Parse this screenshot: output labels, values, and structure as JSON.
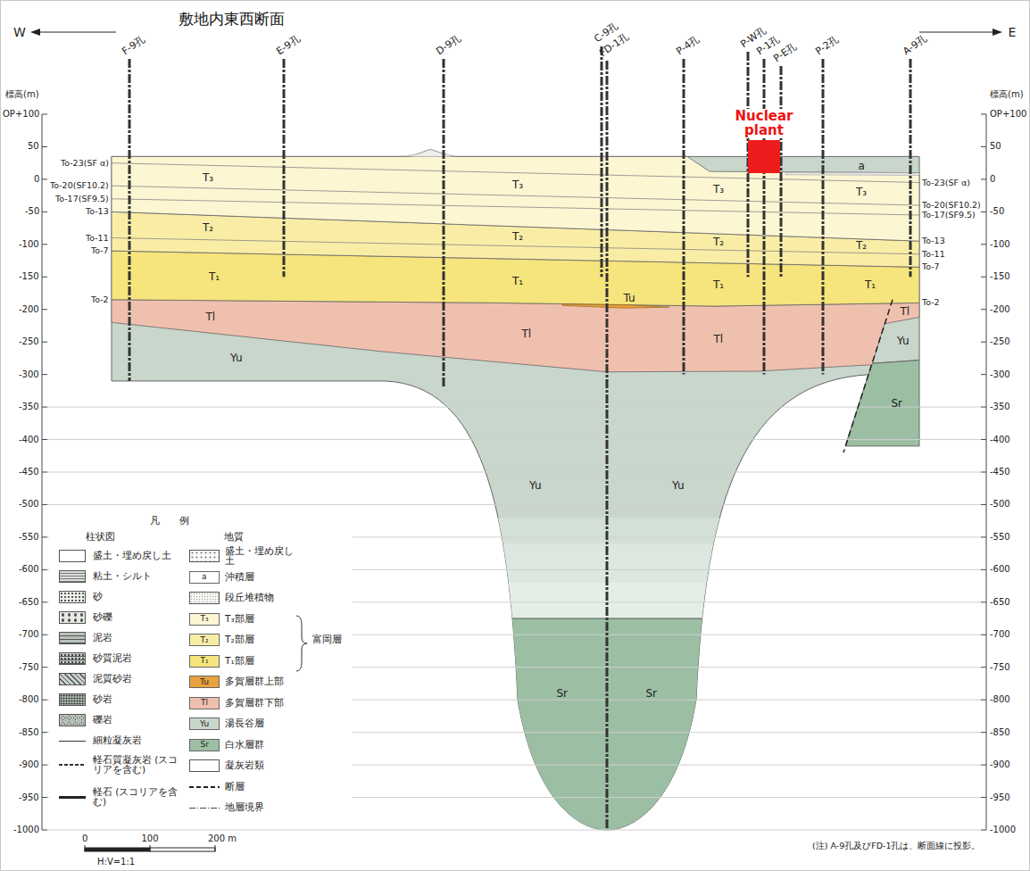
{
  "diagram": {
    "title": "敷地内東西断面",
    "nodes": [
      {
        "text": [
          "Nuclear plant"
        ]
      }
    ],
    "labels": [
      "W",
      "E",
      "F-9孔",
      "E-9孔",
      "D-9孔",
      "C-9孔",
      "FD-1孔",
      "P-4孔",
      "P-W孔",
      "P-1孔",
      "P-E孔",
      "P-2孔",
      "A-9孔",
      "標高(m)",
      "標高(m)",
      "OP+100",
      "50",
      "0",
      "-50",
      "-100",
      "-150",
      "-200",
      "-250",
      "-300",
      "-350",
      "-400",
      "-450",
      "-500",
      "-550",
      "-600",
      "-650",
      "-700",
      "-750",
      "-800",
      "-850",
      "-900",
      "-950",
      "-1000",
      "OP+100",
      "50",
      "0",
      "-50",
      "-100",
      "-150",
      "-200",
      "-250",
      "-300",
      "-350",
      "-400",
      "-450",
      "-500",
      "-550",
      "-600",
      "-650",
      "-700",
      "-750",
      "-800",
      "-850",
      "-900",
      "-950",
      "-1000",
      "To-23(SF α)",
      "To-20(SF10.2)",
      "To-17(SF9.5)",
      "To-13",
      "To-11",
      "To-7",
      "To-2",
      "To-23(SF α)",
      "To-20(SF10.2)",
      "To-17(SF9.5)",
      "To-13",
      "To-11",
      "To-7",
      "To-2",
      "T₃",
      "T₃",
      "T₃",
      "T₃",
      "T₂",
      "T₂",
      "T₂",
      "T₂",
      "T₁",
      "T₁",
      "T₁",
      "T₁",
      "Tu",
      "Tl",
      "Tl",
      "Tl",
      "Tl",
      "Yu",
      "Yu",
      "Yu",
      "Yu",
      "Sr",
      "Sr",
      "Sr",
      "a",
      "凡　　例",
      "柱状図",
      "地質",
      "富岡層",
      "a",
      "T₃",
      "T₂",
      "T₁",
      "Tu",
      "Tl",
      "Yu",
      "Sr",
      "0",
      "100",
      "200 m",
      "H:V=1:1",
      "(注) A-9孔及びFD-1孔は、断面線に投影。"
    ],
    "legend": [
      {
        "text": "盛土・埋め戻し土"
      },
      {
        "text": "粘土・シルト"
      },
      {
        "text": "砂"
      },
      {
        "text": "砂礫"
      },
      {
        "text": "泥岩"
      },
      {
        "text": "砂質泥岩"
      },
      {
        "text": "泥質砂岩"
      },
      {
        "text": "砂岩"
      },
      {
        "text": "礫岩"
      },
      {
        "text": "細粒凝灰岩"
      },
      {
        "text": "軽石質凝灰岩 (スコリアを含む)"
      },
      {
        "text": "軽石 (スコリアを含む)"
      },
      {
        "text": "盛土・埋め戻し土"
      },
      {
        "text": "沖積層",
        "color": "#ffffff"
      },
      {
        "text": "段丘堆積物"
      },
      {
        "text": "T₃部層",
        "color": "#fdf6d3"
      },
      {
        "text": "T₂部層",
        "color": "#f9eda6"
      },
      {
        "text": "T₁部層",
        "color": "#f6e47c"
      },
      {
        "text": "多賀層群上部",
        "color": "#e8a33c"
      },
      {
        "text": "多賀層群下部",
        "color": "#f0c0ae"
      },
      {
        "text": "湯長谷層",
        "color": "#c8d6cc"
      },
      {
        "text": "白水層群",
        "color": "#9cbfa4"
      },
      {
        "text": "凝灰岩類"
      },
      {
        "text": "断層"
      },
      {
        "text": "地層境界"
      }
    ]
  }
}
